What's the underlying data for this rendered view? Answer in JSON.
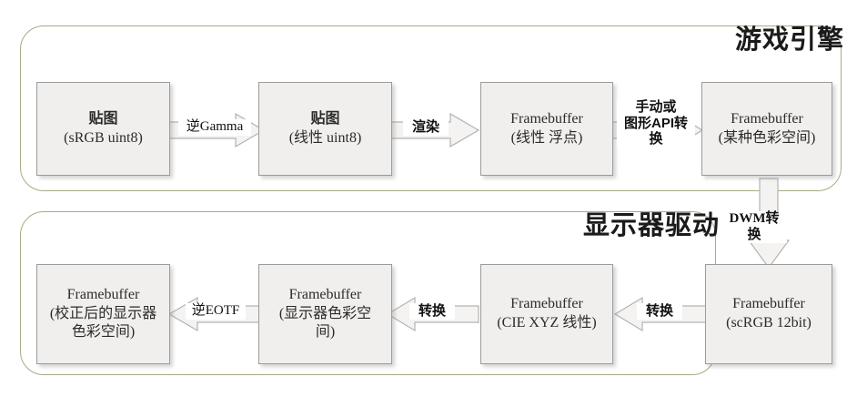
{
  "groups": [
    {
      "title": "游戏引擎"
    },
    {
      "title": "显示器驱动"
    }
  ],
  "boxes": {
    "texture_srgb": {
      "line1": "贴图",
      "line2": "(sRGB uint8)"
    },
    "texture_linear": {
      "line1": "贴图",
      "line2": "(线性 uint8)"
    },
    "fb_linear_float": {
      "line1": "Framebuffer",
      "line2": "(线性 浮点)"
    },
    "fb_some_space": {
      "line1": "Framebuffer",
      "line2": "(某种色彩空间)"
    },
    "fb_scrgb": {
      "line1": "Framebuffer",
      "line2": "(scRGB 12bit)"
    },
    "fb_ciexyz": {
      "line1": "Framebuffer",
      "line2": "(CIE XYZ 线性)"
    },
    "fb_display_space": {
      "line1": "Framebuffer",
      "line2": "(显示器色彩空",
      "line3": "间)"
    },
    "fb_calibrated": {
      "line1": "Framebuffer",
      "line2": "(校正后的显示器",
      "line3": "色彩空间)"
    }
  },
  "arrows": {
    "inverse_gamma": "逆Gamma",
    "render": "渲染",
    "manual_or_api": "手动或\n图形API转\n换",
    "dwm_convert": "DWM转换",
    "convert_scrgb_to_xyz": "转换",
    "convert_xyz_to_display": "转换",
    "inverse_eotf": "逆EOTF"
  },
  "colors": {
    "group_border": "#a8ab83",
    "box_fill": "#f0efed",
    "box_border": "#9b9b9b",
    "arrow_fill": "#f4f3f1",
    "arrow_stroke": "#b3b3b3",
    "text": "#2b2b2b"
  }
}
